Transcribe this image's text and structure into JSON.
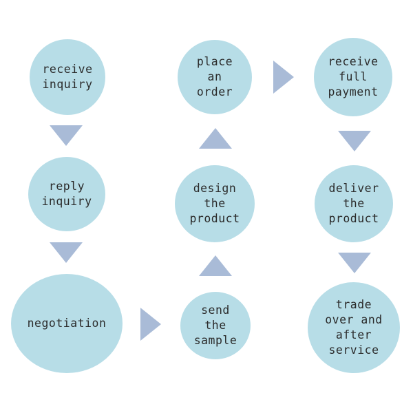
{
  "colors": {
    "node_fill": "#b7dde7",
    "arrow_fill": "#a9bbd7",
    "text": "#2b2b2b"
  },
  "nodes": {
    "receive_inquiry": "receive\ninquiry",
    "reply_inquiry": "reply\ninquiry",
    "negotiation": "negotiation",
    "send_sample": "send\nthe\nsample",
    "design_product": "design\nthe\nproduct",
    "place_order": "place\nan\norder",
    "receive_payment": "receive\nfull\npayment",
    "deliver_product": "deliver\nthe\nproduct",
    "trade_over": "trade\nover and\nafter\nservice"
  },
  "arrows": [
    {
      "from": "receive_inquiry",
      "to": "reply_inquiry",
      "direction": "down"
    },
    {
      "from": "reply_inquiry",
      "to": "negotiation",
      "direction": "down"
    },
    {
      "from": "negotiation",
      "to": "send_sample",
      "direction": "right"
    },
    {
      "from": "send_sample",
      "to": "design_product",
      "direction": "up"
    },
    {
      "from": "design_product",
      "to": "place_order",
      "direction": "up"
    },
    {
      "from": "place_order",
      "to": "receive_payment",
      "direction": "right"
    },
    {
      "from": "receive_payment",
      "to": "deliver_product",
      "direction": "down"
    },
    {
      "from": "deliver_product",
      "to": "trade_over",
      "direction": "down"
    }
  ]
}
